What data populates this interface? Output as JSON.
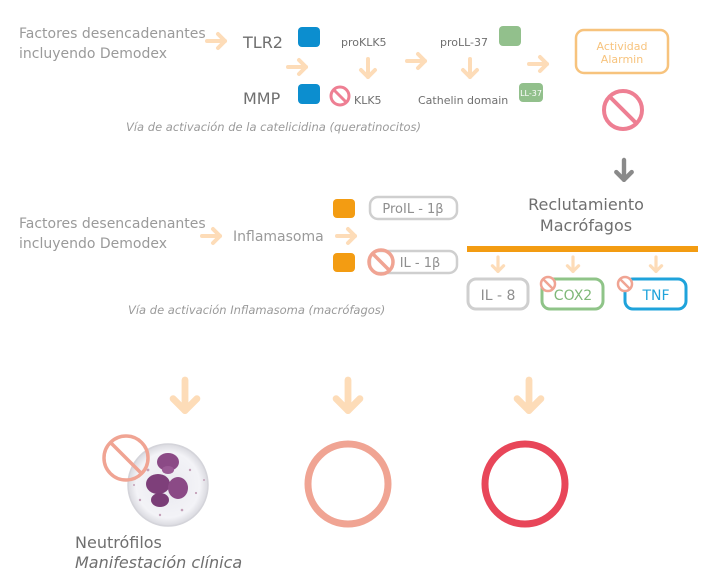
{
  "colors": {
    "grey_text": "#9a9a9a",
    "dark_text": "#6f6f6f",
    "peach_arrow": "#fddcb8",
    "blue": "#0c8ecf",
    "green": "#92c08c",
    "orange": "#f39c12",
    "amber": "#f7c37d",
    "forbid": "#ee7f93",
    "salmon": "#f0a493",
    "pink": "#e84659",
    "grey_box": "#cfcfcf",
    "green_box": "#8fc488",
    "blue_box": "#1fa3db",
    "grey_arrow": "#8a8a8a"
  },
  "top": {
    "triggers": "Factores desencadenantes incluyendo Demodex",
    "tlr2": "TLR2",
    "mmp": "MMP",
    "proklk5": "proKLK5",
    "klk5": "KLK5",
    "proll37": "proLL-37",
    "cathelin": "Cathelin domain",
    "ll37": "LL-37",
    "alarmin_line1": "Actividad",
    "alarmin_line2": "Alarmin",
    "caption": "Vía de activación de la catelicidina (queratinocitos)"
  },
  "middle": {
    "triggers": "Factores desencadenantes incluyendo Demodex",
    "inflamasoma": "Inflamasoma",
    "proil1b": "ProIL - 1β",
    "il1b": "IL - 1β",
    "caption": "Vía de activación Inflamasoma (macrófagos)",
    "recruit_line1": "Reclutamiento",
    "recruit_line2": "Macrófagos",
    "il8": "IL - 8",
    "cox2": "COX2",
    "tnf": "TNF"
  },
  "bottom": {
    "neutrofilos": "Neutrófilos",
    "manifestacion": "Manifestación clínica"
  }
}
